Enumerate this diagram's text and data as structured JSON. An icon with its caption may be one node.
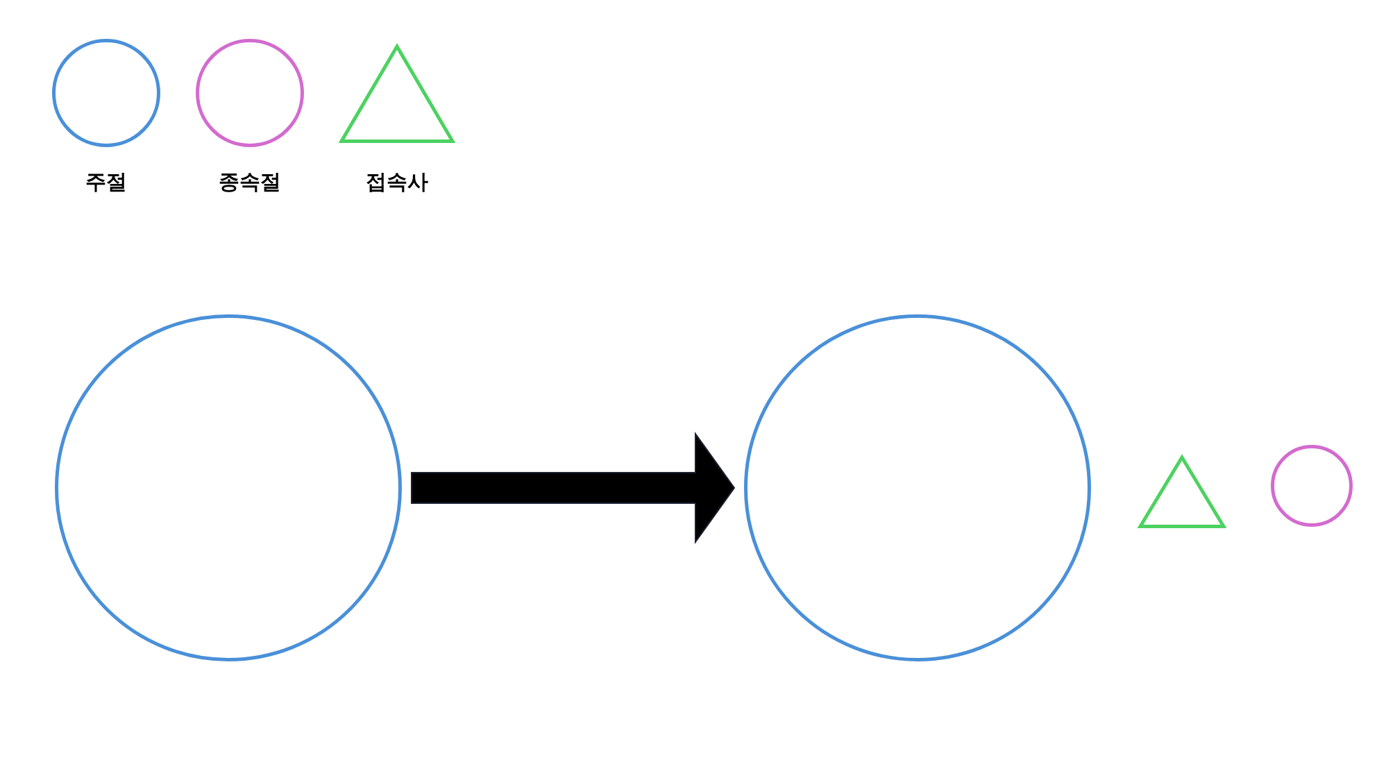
{
  "diagram": {
    "nodes": [
      {
        "text": [],
        "shape": "circle"
      },
      {
        "text": [],
        "shape": "circle"
      },
      {
        "text": [],
        "shape": "triangle"
      },
      {
        "text": [],
        "shape": "circle"
      }
    ],
    "edges": [
      {
        "from": 0,
        "to": 1,
        "arrow": "to",
        "style": "thick"
      }
    ],
    "legend": [
      {
        "text": "주절"
      },
      {
        "text": "종속절"
      },
      {
        "text": "접속사"
      }
    ]
  }
}
